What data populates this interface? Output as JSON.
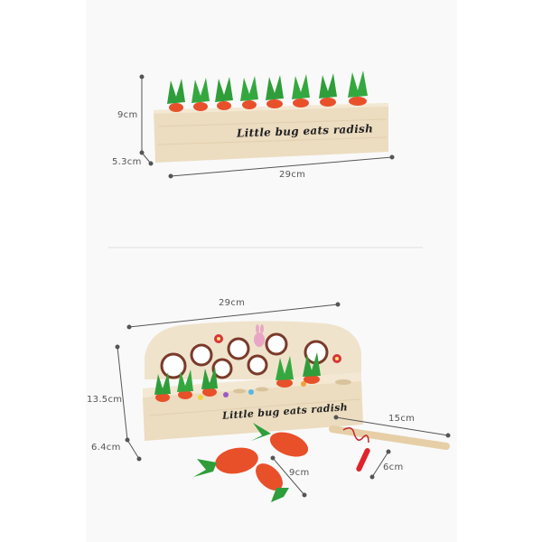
{
  "image": {
    "description": "Product dimension sheet for a wooden carrot-harvest toy",
    "background_color": "#ffffff",
    "panel_color": "#f9f9f9"
  },
  "product_top": {
    "engraving": "Little bug eats radish",
    "carrot_count": 8,
    "dimensions": {
      "height": "9cm",
      "depth": "5.3cm",
      "length": "29cm"
    }
  },
  "product_bottom": {
    "engraving": "Little bug eats radish",
    "dimensions": {
      "length": "29cm",
      "height": "13.5cm",
      "depth": "6.4cm",
      "fishing_rod_length": "15cm",
      "carrot_length": "9cm",
      "hook_length": "6cm"
    }
  },
  "colors": {
    "wood": "#ecdcc0",
    "carrot": "#e8502a",
    "leaf": "#2f9e3a",
    "ring": "#7a3a2a",
    "dimension_line": "#555555"
  }
}
